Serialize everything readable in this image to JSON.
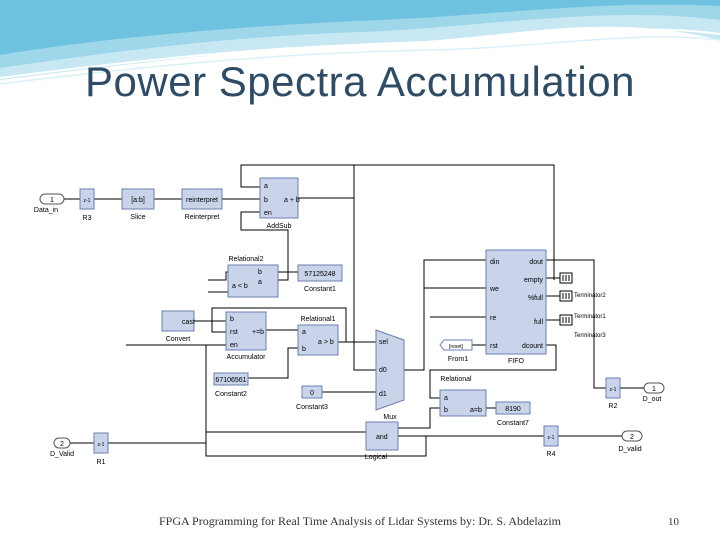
{
  "slide": {
    "title": "Power Spectra Accumulation",
    "footer": "FPGA Programming for Real Time Analysis of Lidar Systems by: Dr. S. Abdelazim",
    "page_number": "10"
  },
  "diagram": {
    "ports": {
      "data_in": {
        "num": "1",
        "label": "Data_in"
      },
      "d_valid_in": {
        "num": "2",
        "label": "D_Valid"
      },
      "d_out": {
        "num": "1",
        "label": "D_out"
      },
      "d_valid_out": {
        "num": "2",
        "label": "D_valid"
      }
    },
    "blocks": {
      "r3": {
        "label": "R3",
        "text": "z-1"
      },
      "slice": {
        "label": "Slice",
        "text": "[a:b]"
      },
      "reinterpret": {
        "label": "Reinterpret",
        "text": "reinterpret"
      },
      "addsub": {
        "label": "AddSub",
        "a": "a",
        "b": "b",
        "en": "en",
        "op": "a + b"
      },
      "relational2": {
        "label": "Relational2",
        "b": "b",
        "a": "a",
        "op": "a < b"
      },
      "constant1": {
        "label": "Constant1",
        "value": "57125248"
      },
      "convert": {
        "label": "Convert",
        "text": "cast"
      },
      "relational1": {
        "label": "Relational1",
        "a": "a",
        "b": "b",
        "op": "a > b"
      },
      "accumulator": {
        "label": "Accumulator",
        "b": "b",
        "rst": "rst",
        "en": "en",
        "op": "+=b"
      },
      "constant2": {
        "label": "Constant2",
        "value": "67106561"
      },
      "constant3": {
        "label": "Constant3",
        "value": "0"
      },
      "mux": {
        "label": "Mux",
        "sel": "sel",
        "d0": "d0",
        "d1": "d1"
      },
      "fifo": {
        "label": "FIFO",
        "din": "din",
        "we": "we",
        "re": "re",
        "rst": "rst",
        "dout": "dout",
        "empty": "empty",
        "pfull": "%full",
        "full": "full",
        "dcount": "dcount"
      },
      "from1": {
        "label": "From1",
        "text": "[reset]"
      },
      "relational": {
        "label": "Relational",
        "a": "a",
        "b": "b",
        "text": "a=b"
      },
      "constant7": {
        "label": "Constant7",
        "value": "8190"
      },
      "logical": {
        "label": "Logical",
        "text": "and"
      },
      "r1": {
        "label": "R1",
        "text": "z-1"
      },
      "r2": {
        "label": "R2",
        "text": "z-1"
      },
      "r4": {
        "label": "R4",
        "text": "z-1"
      },
      "terminator2": {
        "label": "Terminator2"
      },
      "terminator1": {
        "label": "Terminator1"
      },
      "terminator3": {
        "label": "Terminator3"
      }
    }
  },
  "colors": {
    "block_fill": "#c9d3ea",
    "block_stroke": "#6a7fb0",
    "line": "#000000",
    "title": "#2e4c66"
  }
}
